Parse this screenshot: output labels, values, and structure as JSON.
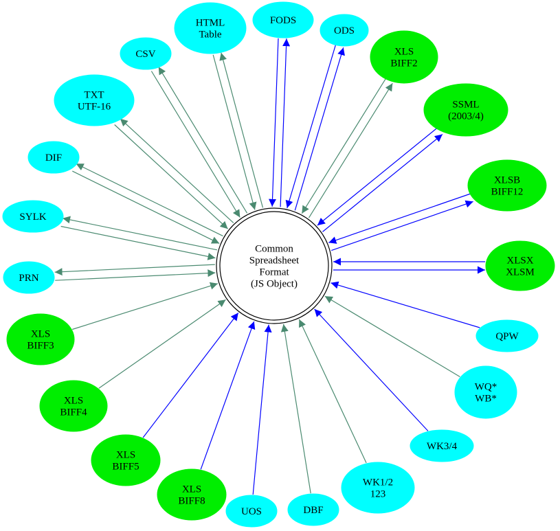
{
  "center": {
    "lines": [
      "Common",
      "Spreadsheet",
      "Format",
      "(JS Object)"
    ]
  },
  "colors": {
    "read_write": "#0000ff",
    "other": "#4a8a70",
    "green_fill": "#00ee00",
    "cyan_fill": "#00ffff",
    "center_fill": "#ffffff",
    "stroke": "#000000"
  },
  "nodes": [
    {
      "id": "html",
      "lines": [
        "HTML",
        "Table"
      ],
      "fill": "cyan",
      "edge": "other",
      "bidirectional": true
    },
    {
      "id": "fods",
      "lines": [
        "FODS"
      ],
      "fill": "cyan",
      "edge": "read_write",
      "bidirectional": true
    },
    {
      "id": "ods",
      "lines": [
        "ODS"
      ],
      "fill": "cyan",
      "edge": "read_write",
      "bidirectional": true
    },
    {
      "id": "xls-biff2",
      "lines": [
        "XLS",
        "BIFF2"
      ],
      "fill": "green",
      "edge": "other",
      "bidirectional": true
    },
    {
      "id": "ssml",
      "lines": [
        "SSML",
        "(2003/4)"
      ],
      "fill": "green",
      "edge": "read_write",
      "bidirectional": true
    },
    {
      "id": "xlsb",
      "lines": [
        "XLSB",
        "BIFF12"
      ],
      "fill": "green",
      "edge": "read_write",
      "bidirectional": true
    },
    {
      "id": "xlsx",
      "lines": [
        "XLSX",
        "XLSM"
      ],
      "fill": "green",
      "edge": "read_write",
      "bidirectional": true
    },
    {
      "id": "qpw",
      "lines": [
        "QPW"
      ],
      "fill": "cyan",
      "edge": "read_write",
      "bidirectional": false
    },
    {
      "id": "wq",
      "lines": [
        "WQ*",
        "WB*"
      ],
      "fill": "cyan",
      "edge": "other",
      "bidirectional": false
    },
    {
      "id": "wk34",
      "lines": [
        "WK3/4"
      ],
      "fill": "cyan",
      "edge": "read_write",
      "bidirectional": false
    },
    {
      "id": "wk12",
      "lines": [
        "WK1/2",
        "123"
      ],
      "fill": "cyan",
      "edge": "other",
      "bidirectional": false
    },
    {
      "id": "dbf",
      "lines": [
        "DBF"
      ],
      "fill": "cyan",
      "edge": "other",
      "bidirectional": false
    },
    {
      "id": "uos",
      "lines": [
        "UOS"
      ],
      "fill": "cyan",
      "edge": "read_write",
      "bidirectional": false
    },
    {
      "id": "xls-biff8",
      "lines": [
        "XLS",
        "BIFF8"
      ],
      "fill": "green",
      "edge": "read_write",
      "bidirectional": false
    },
    {
      "id": "xls-biff5",
      "lines": [
        "XLS",
        "BIFF5"
      ],
      "fill": "green",
      "edge": "read_write",
      "bidirectional": false
    },
    {
      "id": "xls-biff4",
      "lines": [
        "XLS",
        "BIFF4"
      ],
      "fill": "green",
      "edge": "other",
      "bidirectional": false
    },
    {
      "id": "xls-biff3",
      "lines": [
        "XLS",
        "BIFF3"
      ],
      "fill": "green",
      "edge": "other",
      "bidirectional": false
    },
    {
      "id": "prn",
      "lines": [
        "PRN"
      ],
      "fill": "cyan",
      "edge": "other",
      "bidirectional": true
    },
    {
      "id": "sylk",
      "lines": [
        "SYLK"
      ],
      "fill": "cyan",
      "edge": "other",
      "bidirectional": true
    },
    {
      "id": "dif",
      "lines": [
        "DIF"
      ],
      "fill": "cyan",
      "edge": "other",
      "bidirectional": true
    },
    {
      "id": "txt",
      "lines": [
        "TXT",
        "UTF-16"
      ],
      "fill": "cyan",
      "edge": "other",
      "bidirectional": true
    },
    {
      "id": "csv",
      "lines": [
        "CSV"
      ],
      "fill": "cyan",
      "edge": "other",
      "bidirectional": true
    }
  ]
}
